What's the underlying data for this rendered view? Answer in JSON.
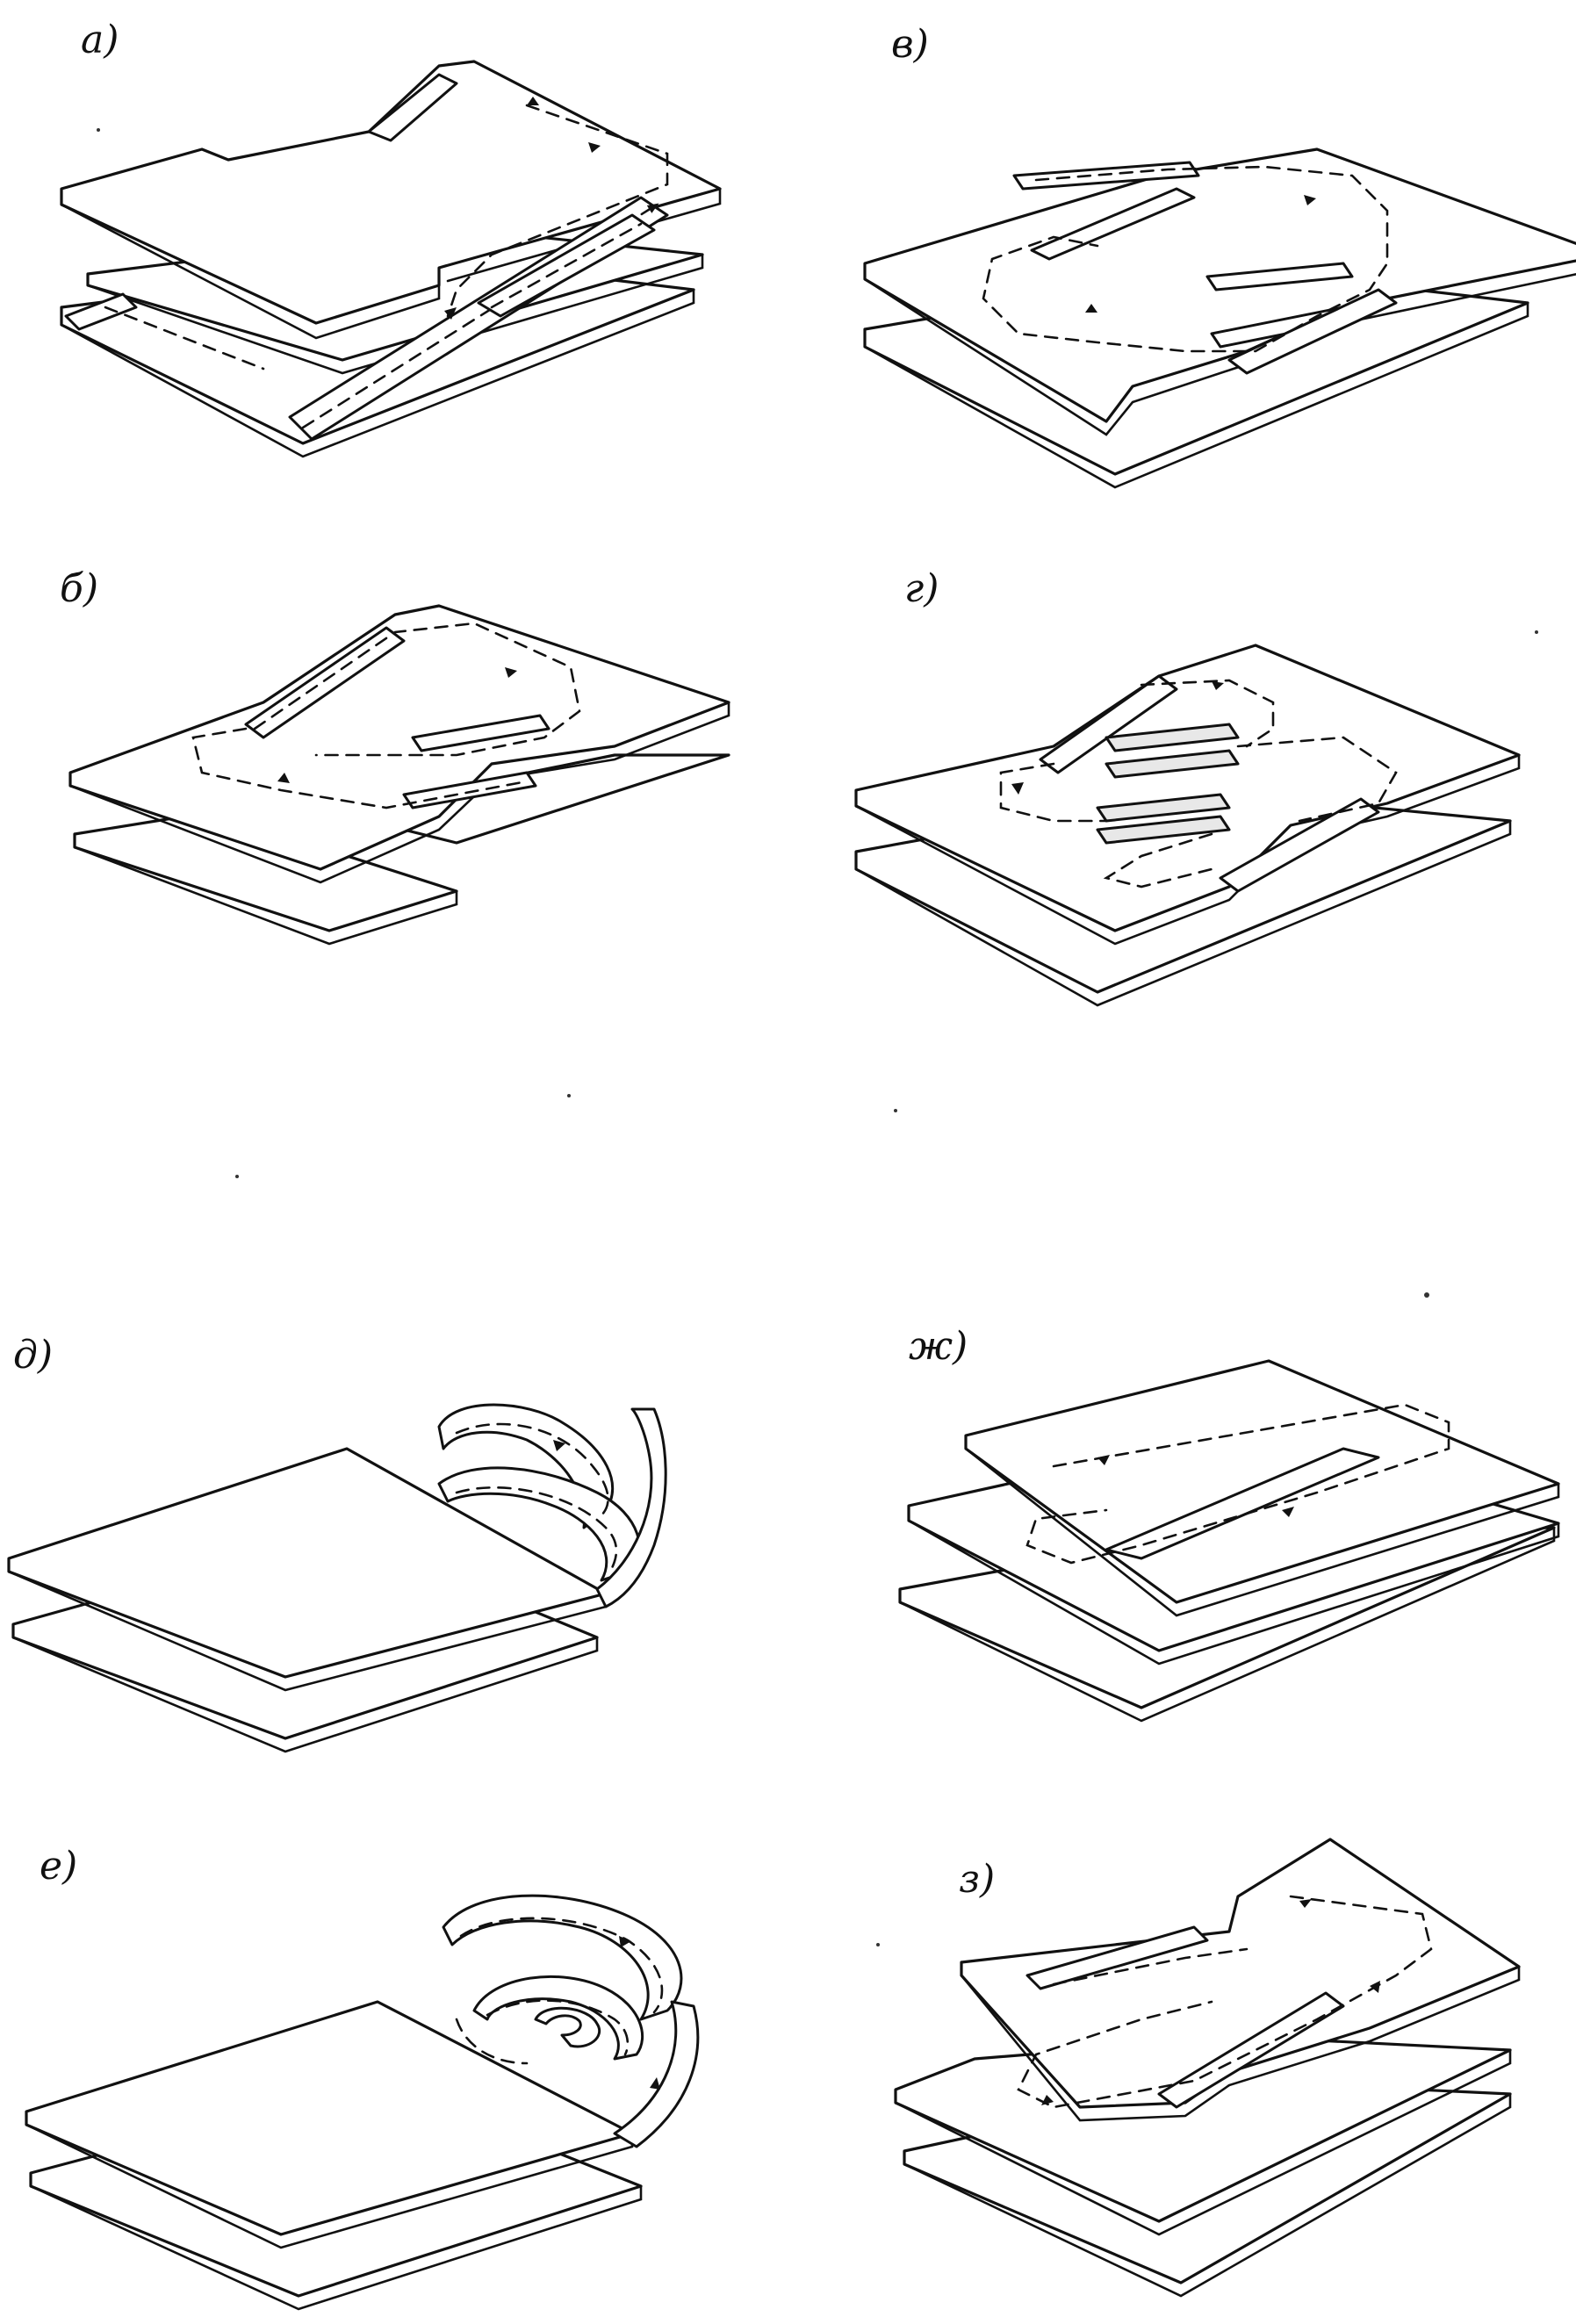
{
  "figure": {
    "panels": [
      {
        "id": "a",
        "label": "а)"
      },
      {
        "id": "v",
        "label": "в)"
      },
      {
        "id": "b",
        "label": "б)"
      },
      {
        "id": "g",
        "label": "г)"
      },
      {
        "id": "d",
        "label": "д)"
      },
      {
        "id": "zh",
        "label": "ж)"
      },
      {
        "id": "e",
        "label": "е)"
      },
      {
        "id": "z",
        "label": "з)"
      }
    ],
    "colors": {
      "ink": "#111111",
      "paper": "#ffffff"
    }
  }
}
